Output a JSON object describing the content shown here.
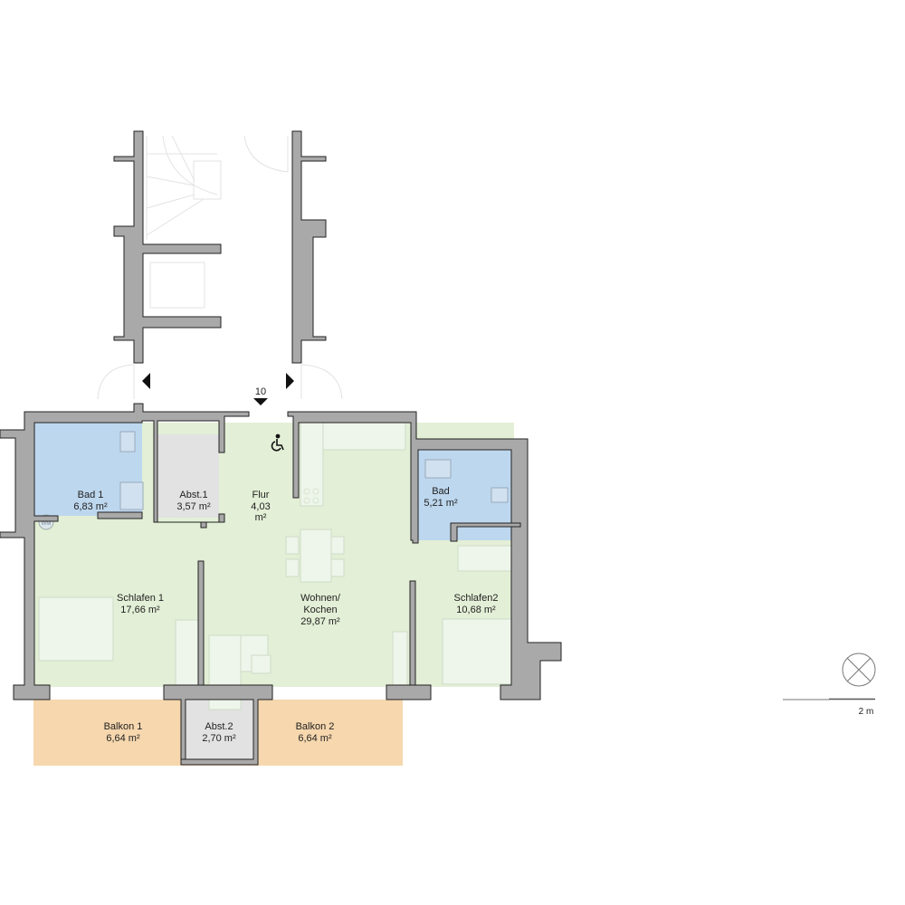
{
  "entrance": {
    "number": "10"
  },
  "rooms": [
    {
      "name": "Bad 1",
      "area": "6,83 m²",
      "type": "bath"
    },
    {
      "name": "Abst.1",
      "area": "3,57 m²",
      "type": "storage"
    },
    {
      "name": "Flur",
      "area": "4,03",
      "unit": "m²",
      "type": "living"
    },
    {
      "name": "Wohnen/",
      "name2": "Kochen",
      "area": "29,87 m²",
      "type": "living"
    },
    {
      "name": "Schlafen 1",
      "area": "17,66 m²",
      "type": "living"
    },
    {
      "name": "Bad",
      "area": "5,21 m²",
      "type": "bath"
    },
    {
      "name": "Schlafen2",
      "area": "10,68 m²",
      "type": "living"
    },
    {
      "name": "Balkon 1",
      "area": "6,64 m²",
      "type": "balcony"
    },
    {
      "name": "Abst.2",
      "area": "2,70 m²",
      "type": "storage"
    },
    {
      "name": "Balkon 2",
      "area": "6,64 m²",
      "type": "balcony"
    }
  ],
  "fixtures": {
    "washing_machine": "WM"
  },
  "scale_bar": {
    "label": "2 m"
  },
  "icons": [
    "wheelchair-icon",
    "north-compass-icon",
    "entrance-arrow-icon"
  ],
  "colors": {
    "living": "#e3efd6",
    "bath": "#bdd7ee",
    "storage": "#e2e2e2",
    "balcony": "#f6d7ae",
    "wall": "#a9a9a9"
  }
}
